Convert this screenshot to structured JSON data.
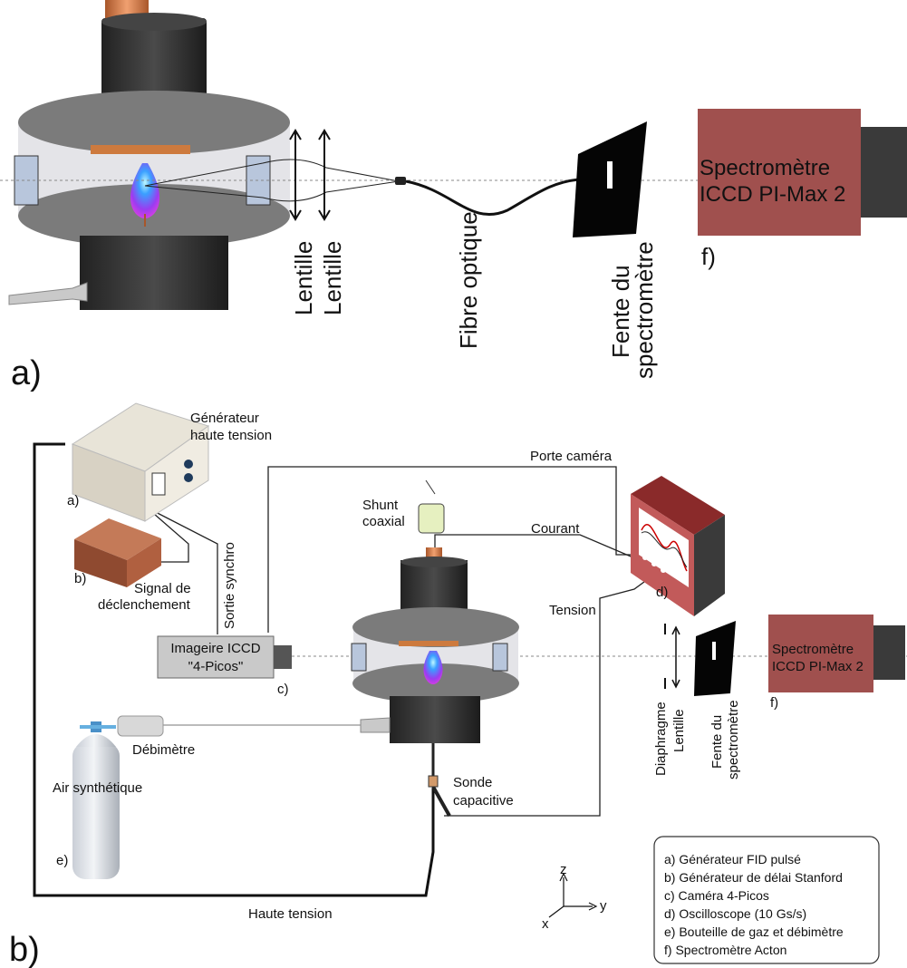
{
  "panel_a": {
    "tag": "a)",
    "lens1": "Lentille",
    "lens2": "Lentille",
    "fiber": "Fibre optique",
    "slit_line1": "Fente du",
    "slit_line2": "spectromètre",
    "spectro_line1": "Spectromètre",
    "spectro_line2": "ICCD PI-Max 2",
    "spectro_tag": "f)"
  },
  "panel_b": {
    "tag": "b)",
    "hv_gen_line1": "Générateur",
    "hv_gen_line2": "haute tension",
    "tag_a": "a)",
    "tag_b": "b)",
    "trigger_line1": "Signal de",
    "trigger_line2": "déclenchement",
    "sortie": "Sortie synchro",
    "icc_line1": "Imageire ICCD",
    "icc_line2": "\"4-Picos\"",
    "tag_c": "c)",
    "porte": "Porte caméra",
    "shunt_line1": "Shunt",
    "shunt_line2": "coaxial",
    "courant": "Courant",
    "tension": "Tension",
    "tag_d": "d)",
    "debit": "Débimètre",
    "air": "Air synthétique",
    "tag_e": "e)",
    "sonde_line1": "Sonde",
    "sonde_line2": "capacitive",
    "haute": "Haute tension",
    "diaphragme": "Diaphragme",
    "lentille": "Lentille",
    "slit_line1": "Fente du",
    "slit_line2": "spectromètre",
    "spectro_line1": "Spectromètre",
    "spectro_line2": "ICCD PI-Max 2",
    "tag_f": "f)",
    "axis_z": "z",
    "axis_y": "y",
    "axis_x": "x"
  },
  "legend": [
    "a) Générateur FID pulsé",
    "b) Générateur de délai Stanford",
    "c) Caméra 4-Picos",
    "d) Oscilloscope (10 Gs/s)",
    "e) Bouteille de gaz et débimètre",
    "f) Spectromètre Acton"
  ],
  "colors": {
    "spectrometer": "#a0504e",
    "chamber_disk": "#7b7b7b",
    "electrode": "#cd7a3e",
    "plasma": "#9a3cf0"
  }
}
